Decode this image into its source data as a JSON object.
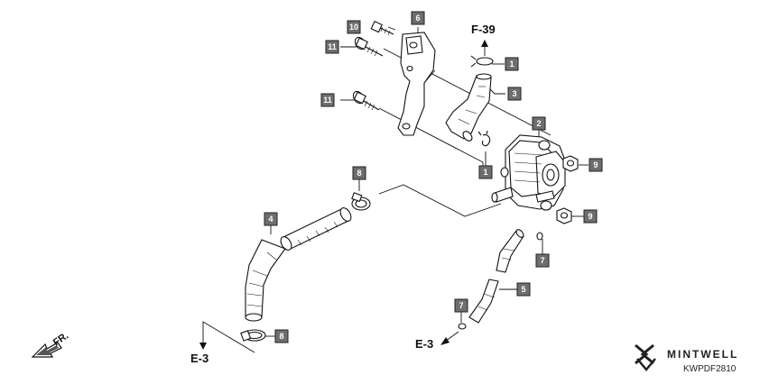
{
  "diagram": {
    "refs": {
      "f39": "F-39",
      "e3_left": "E-3",
      "e3_right": "E-3",
      "front": "FR."
    },
    "callouts": {
      "c10": "10",
      "c6": "6",
      "c11a": "11",
      "c11b": "11",
      "c1a": "1",
      "c3": "3",
      "c2": "2",
      "c1b": "1",
      "c9a": "9",
      "c9b": "9",
      "c8a": "8",
      "c4": "4",
      "c7a": "7",
      "c5": "5",
      "c7b": "7",
      "c8b": "8"
    },
    "brand": {
      "name": "MINTWELL",
      "code": "KWPDF2810"
    }
  }
}
